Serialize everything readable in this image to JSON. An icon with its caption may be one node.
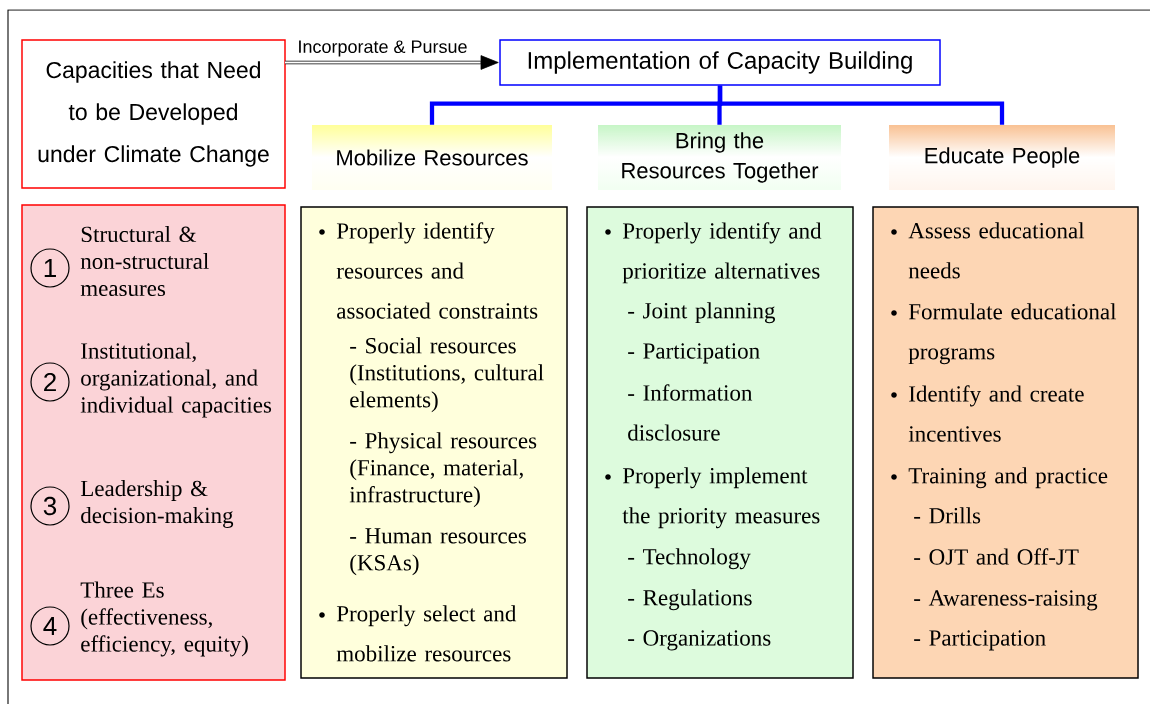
{
  "diagram": {
    "nodes": [
      {
        "text": [
          "Capacities that Need to be Developed under Climate Change"
        ]
      },
      {
        "text": [
          "Implementation of Capacity Building"
        ]
      },
      {
        "text": [
          "Mobilize Resources"
        ]
      },
      {
        "text": [
          "Bring the Resources Together"
        ]
      },
      {
        "text": [
          "Educate People"
        ]
      },
      {
        "text": [],
        "shape": "box"
      },
      {
        "text": [
          "1"
        ],
        "in": 5,
        "beside": [
          "Structural & non-structural measures"
        ]
      },
      {
        "text": [
          "2"
        ],
        "in": 5,
        "beside": [
          "Institutional, organizational, and individual capacities"
        ]
      },
      {
        "text": [
          "3"
        ],
        "in": 5,
        "beside": [
          "Leadership & decision-making"
        ]
      },
      {
        "text": [
          "4"
        ],
        "in": 5,
        "beside": [
          "Three Es (effectiveness, efficiency, equity)"
        ]
      },
      {
        "text": [
          "Properly identify resources and associated constraints",
          "- Social resources (Institutions, cultural elements)",
          "- Physical resources (Finance, material, infrastructure)",
          "- Human resources (KSAs)",
          "Properly select and mobilize resources"
        ]
      },
      {
        "text": [
          "Properly identify and prioritize alternatives",
          "- Joint planning",
          "- Participation",
          "- Information disclosure",
          "Properly implement the priority measures",
          "- Technology",
          "- Regulations",
          "- Organizations"
        ]
      },
      {
        "text": [
          "Assess educational needs",
          "Formulate educational programs",
          "Identify and create incentives",
          "Training and practice",
          "- Drills",
          "- OJT and Off-JT",
          "- Awareness-raising",
          "- Participation"
        ]
      }
    ],
    "edges": [
      {
        "from": 0,
        "to": 1,
        "arrow": "to",
        "label": "Incorporate & Pursue",
        "color": "#000000"
      },
      {
        "from": 1,
        "to": 2,
        "arrow": "none"
      },
      {
        "from": 1,
        "to": 3,
        "arrow": "none"
      },
      {
        "from": 1,
        "to": 4,
        "arrow": "none"
      }
    ]
  }
}
